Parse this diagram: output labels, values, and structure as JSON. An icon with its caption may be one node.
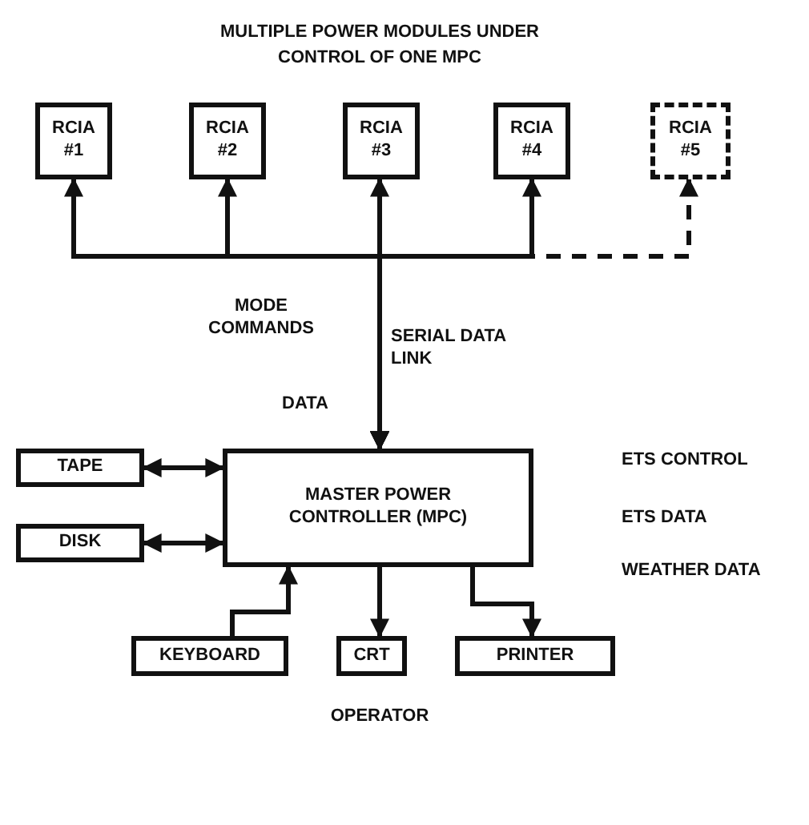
{
  "diagram": {
    "title": "MULTIPLE POWER MODULES UNDER CONTROL OF ONE MPC",
    "nodes": [
      {
        "text": [
          "RCIA #1"
        ]
      },
      {
        "text": [
          "RCIA #2"
        ]
      },
      {
        "text": [
          "RCIA #3"
        ]
      },
      {
        "text": [
          "RCIA #4"
        ]
      },
      {
        "text": [
          "RCIA #5"
        ]
      },
      {
        "text": [
          "MASTER POWER CONTROLLER (MPC)"
        ]
      },
      {
        "text": [
          "TAPE"
        ]
      },
      {
        "text": [
          "DISK"
        ]
      },
      {
        "text": [
          "KEYBOARD"
        ]
      },
      {
        "text": [
          "CRT"
        ]
      },
      {
        "text": [
          "PRINTER"
        ]
      }
    ],
    "edges": [
      {
        "from": 0,
        "to": 5,
        "arrow": "both"
      },
      {
        "from": 1,
        "to": 5,
        "arrow": "both"
      },
      {
        "from": 2,
        "to": 5,
        "arrow": "both"
      },
      {
        "from": 3,
        "to": 5,
        "arrow": "both"
      },
      {
        "from": 4,
        "to": 5,
        "arrow": "both",
        "style": "dashed"
      },
      {
        "from": 6,
        "to": 5,
        "arrow": "both"
      },
      {
        "from": 7,
        "to": 5,
        "arrow": "both"
      },
      {
        "from": 8,
        "to": 5,
        "arrow": "to"
      },
      {
        "from": 5,
        "to": 9,
        "arrow": "to"
      },
      {
        "from": 5,
        "to": 10,
        "arrow": "to"
      }
    ],
    "labels": [
      "MODE COMMANDS",
      "SERIAL DATA LINK",
      "DATA",
      "ETS CONTROL",
      "ETS DATA",
      "WEATHER DATA",
      "OPERATOR"
    ]
  }
}
